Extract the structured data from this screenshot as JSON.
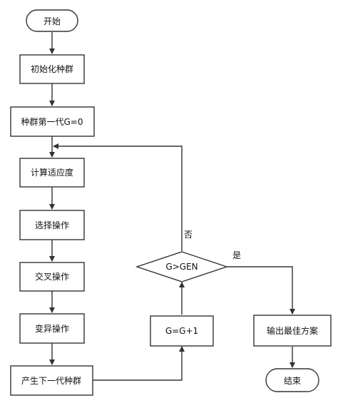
{
  "flowchart": {
    "start": "开始",
    "init_population": "初始化种群",
    "first_generation": "种群第一代G=0",
    "compute_fitness": "计算适应度",
    "selection": "选择操作",
    "crossover": "交叉操作",
    "mutation": "变异操作",
    "next_generation": "产生下一代种群",
    "increment": "G=G+1",
    "decision": "G>GEN",
    "decision_no": "否",
    "decision_yes": "是",
    "output_best": "输出最佳方案",
    "end": "结束"
  },
  "colors": {
    "stroke": "#333333",
    "fill": "#ffffff",
    "text": "#111111"
  }
}
